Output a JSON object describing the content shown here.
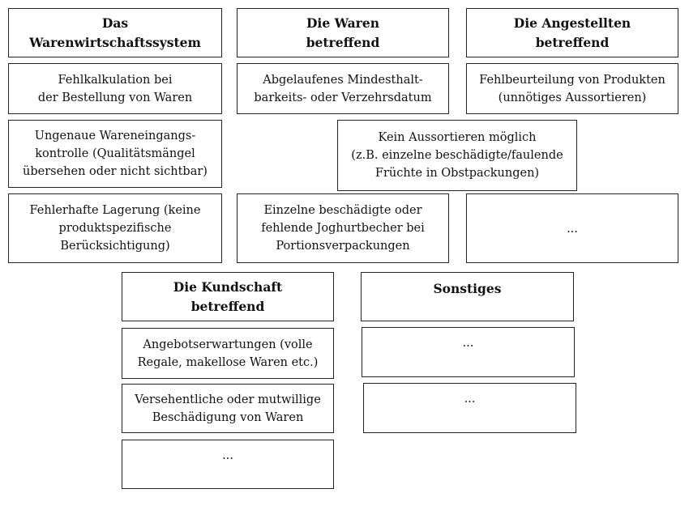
{
  "headers": {
    "system": "Das\nWarenwirtschaftssystem",
    "goods": "Die Waren\nbetreffend",
    "employees": "Die Angestellten\nbetreffend",
    "customers": "Die Kundschaft\nbetreffend",
    "other": "Sonstiges"
  },
  "system_items": [
    "Fehlkalkulation bei\nder Bestellung von Waren",
    "Ungenaue Wareneingangs-\nkontrolle (Qualitätsmängel\nübersehen oder nicht sichtbar)",
    "Fehlerhafte Lagerung (keine\nproduktspezifische\nBerücksichtigung)"
  ],
  "goods_items": [
    "Abgelaufenes Mindesthalt-\nbarkeits- oder Verzehrsdatum",
    "Einzelne beschädigte oder\nfehlende Joghurtbecher bei\nPortionsverpackungen"
  ],
  "shared_item": "Kein Aussortieren möglich\n(z.B. einzelne beschädigte/faulende\nFrüchte in Obstpackungen)",
  "employee_items": [
    "Fehlbeurteilung von Produkten\n(unnötiges Aussortieren)",
    "..."
  ],
  "customer_items": [
    "Angebotserwartungen (volle\nRegale, makellose Waren etc.)",
    "Versehentliche oder mutwillige\nBeschädigung von Waren",
    "..."
  ],
  "other_items": [
    "...",
    "..."
  ]
}
